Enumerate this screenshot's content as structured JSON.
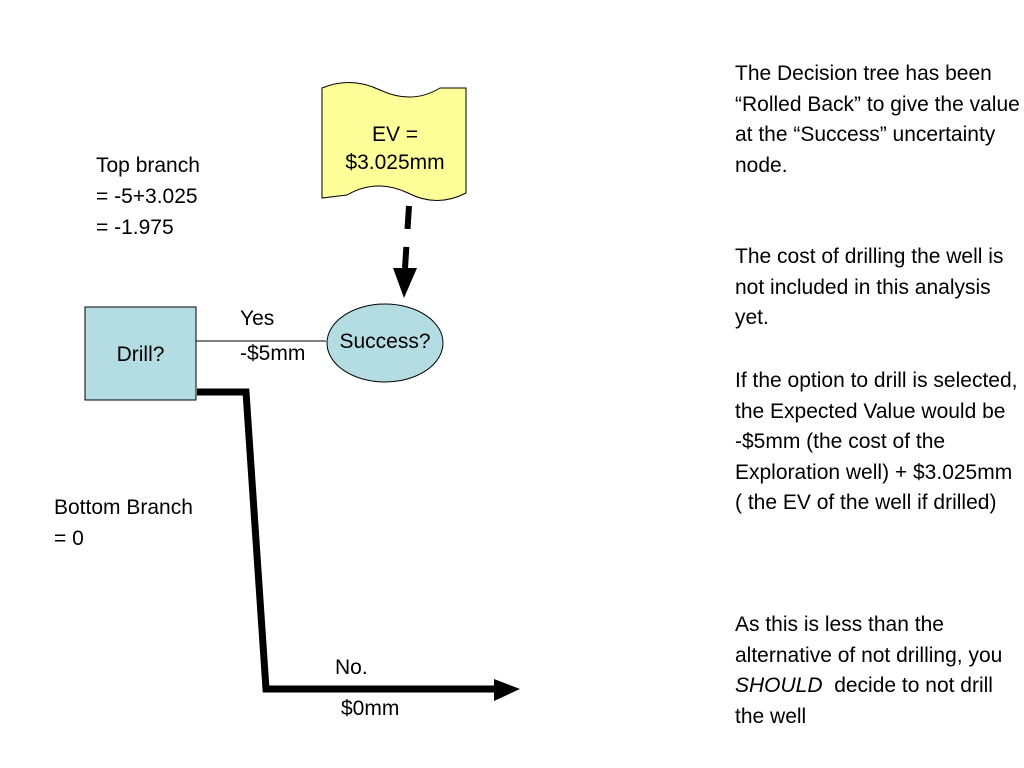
{
  "diagram": {
    "ev_flag": {
      "line1": "EV =",
      "line2": "$3.025mm"
    },
    "top_branch": {
      "line1": "Top branch",
      "line2": "= -5+3.025",
      "line3": "= -1.975"
    },
    "decision_node": {
      "label": "Drill?"
    },
    "chance_node": {
      "label": "Success?"
    },
    "yes_branch": {
      "label": "Yes",
      "value": "-$5mm"
    },
    "bottom_branch": {
      "line1": "Bottom Branch",
      "line2": "= 0"
    },
    "no_branch": {
      "label": "No.",
      "value": "$0mm"
    }
  },
  "explanation": {
    "p1": "The Decision tree has been “Rolled Back” to give the value at the “Success” uncertainty node.",
    "p2": "The cost of drilling the well is not included in this analysis yet.",
    "p3": "If the option to drill is selected, the Expected Value  would be -$5mm (the cost of the Exploration well) + $3.025mm ( the EV of the well if drilled)",
    "p4_before": "As this is less than the alternative of not drilling, you ",
    "p4_emphasis": "SHOULD",
    "p4_after": "  decide to not drill the well"
  },
  "colors": {
    "flag_fill": "#ffff99",
    "node_fill": "#b3dde3",
    "stroke": "#000000"
  }
}
